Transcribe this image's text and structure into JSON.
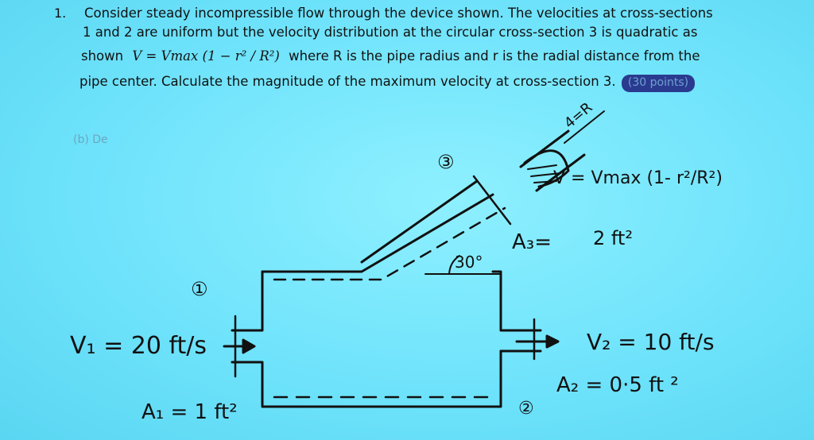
{
  "problem": {
    "number": "1.",
    "line1": "Consider steady incompressible flow through the device shown. The velocities at cross-sections",
    "line2": "1 and 2 are uniform but the velocity distribution at the circular cross-section 3 is quadratic as",
    "line3_a": "shown",
    "line3_formula": "V = Vmax (1 − r² / R²)",
    "line3_b": "where  R  is the pipe radius and r is the radial distance from the",
    "line4": "pipe center. Calculate the magnitude of the maximum velocity at cross-section 3.",
    "points_badge": "(30 points)"
  },
  "handwriting": {
    "section1_label": "①",
    "v1": "V₁ = 20 ft/s",
    "a1": "A₁ = 1 ft²",
    "section2_label": "②",
    "v2": "V₂ = 10 ft/s",
    "a2": "A₂ = 0·5 ft ²",
    "section3_label": "③",
    "a3_label": "A₃=",
    "a3_value": "2 ft²",
    "angle": "30°",
    "v3_profile": "V = Vmax (1- r²/R²)",
    "radius_mark": "4=R",
    "faint_note": "(b) De"
  },
  "colors": {
    "background": "#6fe3fb",
    "ink": "#111111",
    "badge": "#2a3a8f"
  }
}
